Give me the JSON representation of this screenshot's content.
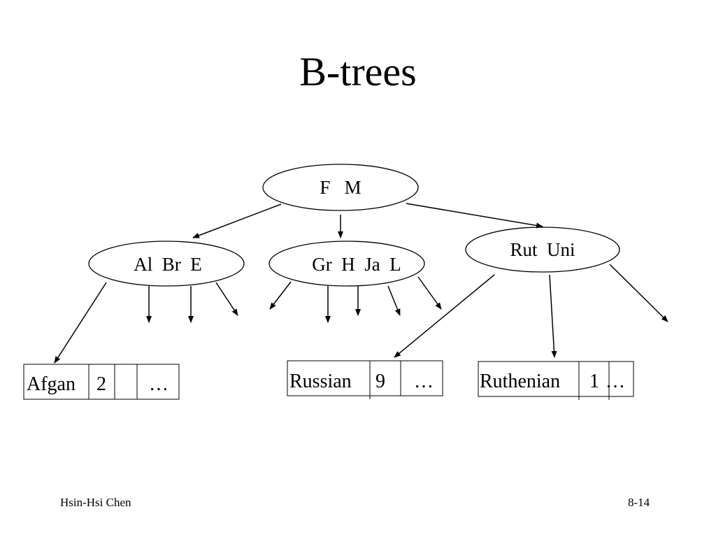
{
  "title": "B-trees",
  "footer": {
    "author": "Hsin-Hsi Chen",
    "page": "8-14"
  },
  "tree": {
    "root": {
      "keys": "F   M"
    },
    "internal": [
      {
        "keys": "Al  Br  E"
      },
      {
        "keys": "Gr  H  Ja  L"
      },
      {
        "keys": "Rut  Uni"
      }
    ],
    "leaves": [
      {
        "word": "Afgan",
        "count": "2",
        "more": "…"
      },
      {
        "word": "Russian",
        "count": "9",
        "more": "…"
      },
      {
        "word": "Ruthenian",
        "count": "1",
        "more": "…"
      }
    ]
  }
}
